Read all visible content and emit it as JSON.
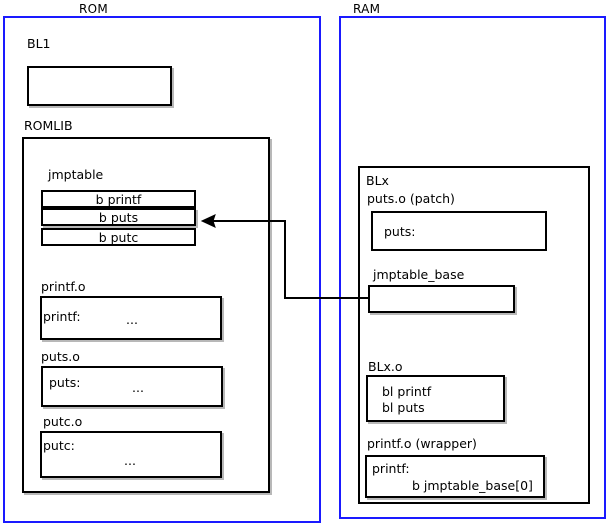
{
  "diagram": {
    "title": "ROMLIB jump table patching diagram",
    "colors": {
      "region_border": "#1a1aff",
      "box_border": "#000000",
      "shadow": "#b8b8b8",
      "background": "#ffffff"
    }
  },
  "rom": {
    "region_label": "ROM",
    "bl1": {
      "label": "BL1",
      "body": ""
    },
    "romlib": {
      "label": "ROMLIB",
      "jmptable": {
        "label": "jmptable",
        "rows": [
          {
            "text": "b printf",
            "highlighted": false
          },
          {
            "text": "b puts",
            "highlighted": true
          },
          {
            "text": "b putc",
            "highlighted": false
          }
        ]
      },
      "objects": [
        {
          "label": "printf.o",
          "symbol": "printf:",
          "body": "..."
        },
        {
          "label": "puts.o",
          "symbol": "puts:",
          "body": "..."
        },
        {
          "label": "putc.o",
          "symbol": "putc:",
          "body": "..."
        }
      ]
    }
  },
  "ram": {
    "region_label": "RAM",
    "blx": {
      "label": "BLx",
      "puts_patch": {
        "label": "puts.o (patch)",
        "symbol": "puts:"
      },
      "jmptable_base": {
        "label": "jmptable_base",
        "body": ""
      },
      "blx_o": {
        "label": "BLx.o",
        "line1": "bl printf",
        "line2": "bl puts"
      },
      "printf_wrapper": {
        "label": "printf.o (wrapper)",
        "symbol": "printf:",
        "branch": "b jmptable_base[0]"
      }
    }
  },
  "connector": {
    "name": "jmptable-base-to-puts-entry-arrow",
    "from": "jmptable_base",
    "to": "jmptable row b puts",
    "arrow_direction": "left"
  }
}
